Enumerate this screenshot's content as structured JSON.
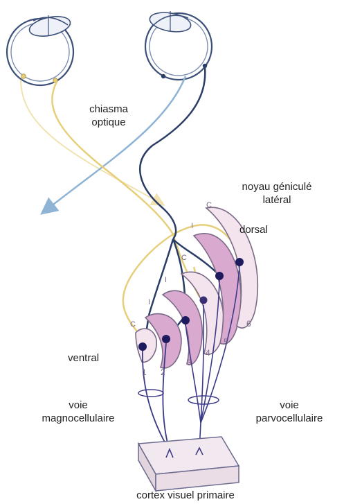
{
  "labels": {
    "chiasma_line1": "chiasma",
    "chiasma_line2": "optique",
    "lgn_line1": "noyau géniculé",
    "lgn_line2": "latéral",
    "dorsal": "dorsal",
    "ventral": "ventral",
    "magno_line1": "voie",
    "magno_line2": "magnocellulaire",
    "parvo_line1": "voie",
    "parvo_line2": "parvocellulaire",
    "cortex": "cortex visuel primaire"
  },
  "layer_numbers": [
    "1",
    "2",
    "3",
    "4",
    "5",
    "6"
  ],
  "layer_marks": [
    "C",
    "I",
    "I",
    "C",
    "I",
    "C"
  ],
  "colors": {
    "ipsilateral_pathway": "#2a3d66",
    "contralateral_pathway": "#e6cf7a",
    "crossing_arrow": "#8eb3d4",
    "layer_fill": "#d9a9cf",
    "layer_fill_light": "#f4e4ee",
    "neuron": "#1d1b5e"
  }
}
